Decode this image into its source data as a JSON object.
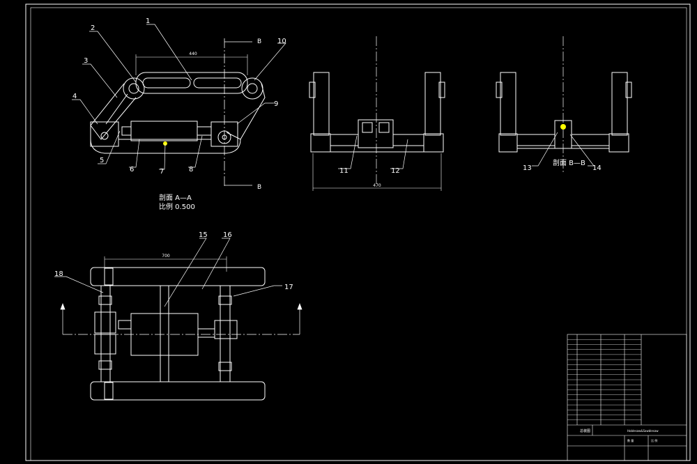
{
  "drawing": {
    "colors": {
      "background": "#000000",
      "line": "#ffffff",
      "center": "#ffffff",
      "highlight": "#ffff00"
    },
    "callouts": [
      "1",
      "2",
      "3",
      "4",
      "5",
      "6",
      "7",
      "8",
      "9",
      "10",
      "11",
      "12",
      "13",
      "14",
      "15",
      "16",
      "17",
      "18"
    ],
    "dims": {
      "top_width": "440",
      "front_width": "470",
      "plan_width": "700"
    },
    "section_marks": {
      "b": "B"
    },
    "section_a": {
      "title": "剖面 A—A",
      "scale": "比例 0.500"
    },
    "section_b": {
      "title": "剖面 B—B"
    },
    "title_block": {
      "label_1": "总装图",
      "label_2": "Hoblesaw&Sawblesaw",
      "label_3": "数 量",
      "label_4": "比 例"
    }
  }
}
